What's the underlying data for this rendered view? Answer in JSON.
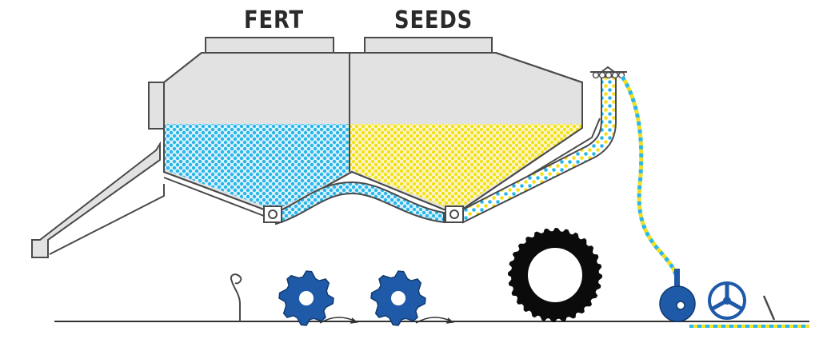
{
  "hoppers": {
    "left": {
      "label": "FERT",
      "fill_color": "#29b6e8"
    },
    "right": {
      "label": "SEEDS",
      "fill_color": "#f3e01a"
    }
  },
  "colors": {
    "hopper_body": "#e2e2e2",
    "outline": "#4a4a4a",
    "disc_opener": "#1f5aa8",
    "tire": "#0b0b0b",
    "press_wheel": "#1f5aa8",
    "ground": "#333333"
  },
  "components": [
    "fertilizer-hopper",
    "seed-hopper",
    "metering-unit",
    "delivery-tube",
    "distribution-head",
    "disc-opener",
    "tire",
    "press-wheel",
    "closing-tine",
    "shank-tine"
  ]
}
